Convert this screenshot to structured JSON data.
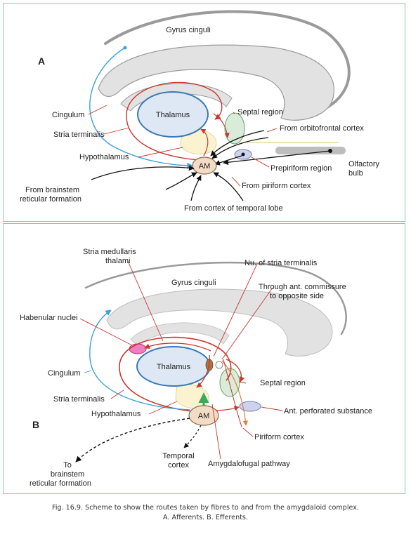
{
  "panel_a": {
    "letter": "A",
    "gyrus": "Gyrus cinguli",
    "thalamus": "Thalamus",
    "am": "AM",
    "cingulum": "Cingulum",
    "stria_terminalis": "Stria terminalis",
    "hypothalamus": "Hypothalamus",
    "septal_region": "Septal region",
    "orbitofrontal": "From orbitofrontal cortex",
    "prepiriform": "Prepiriform region",
    "olfactory_1": "Olfactory",
    "olfactory_2": "bulb",
    "brainstem_1": "From brainstem",
    "brainstem_2": "reticular formation",
    "piriform": "From piriform cortex",
    "temporal": "From cortex of temporal lobe"
  },
  "panel_b": {
    "letter": "B",
    "stria_medullaris_1": "Stria medullaris",
    "stria_medullaris_2": "thalami",
    "gyrus": "Gyrus cinguli",
    "nu_stria": "Nu. of stria terminalis",
    "ant_commissure_1": "Through ant. commissure",
    "ant_commissure_2": "to opposite side",
    "habenular": "Habenular nuclei",
    "thalamus": "Thalamus",
    "cingulum": "Cingulum",
    "septal_region": "Septal region",
    "stria_terminalis": "Stria terminalis",
    "hypothalamus": "Hypothalamus",
    "am": "AM",
    "ant_perforated": "Ant. perforated substance",
    "piriform": "Piriform cortex",
    "to_1": "To",
    "to_2": "brainstem",
    "to_3": "reticular formation",
    "temporal_1": "Temporal",
    "temporal_2": "cortex",
    "amygdalofugal": "Amygdalofugal pathway"
  },
  "caption": {
    "line1": "Fig. 16.9. Scheme to show the routes taken by fibres to and from the amygdaloid complex.",
    "line2": "A. Afferents. B. Efferents."
  },
  "colors": {
    "frame": "#8dc9a4",
    "gray_fill": "#e2e2e2",
    "gray_stroke": "#9a9a9a",
    "thalamus_fill": "#dde8f4",
    "thalamus_stroke": "#3b79b8",
    "am_fill": "#f3dcc6",
    "red_fiber": "#c8372d",
    "blue_fiber": "#3aa0d8",
    "green_arrow": "#3aaa5c"
  }
}
